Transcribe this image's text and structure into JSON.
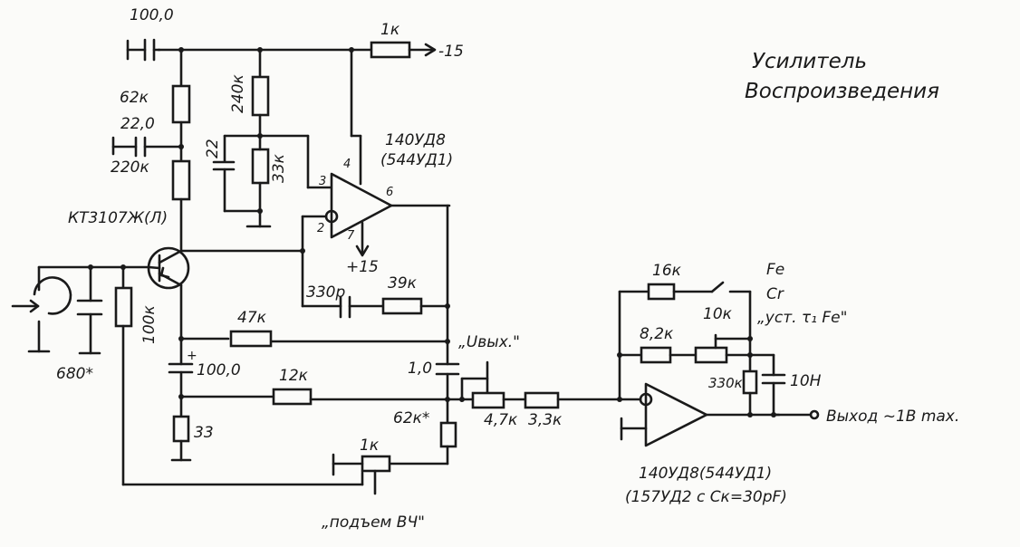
{
  "title": {
    "line1": "Усилитель",
    "line2": "Воспроизведения"
  },
  "supply": {
    "negative": "-15",
    "positive": "+15"
  },
  "transistor": {
    "label": "КТ3107Ж(Л)"
  },
  "opamp1": {
    "line1": "140УД8",
    "line2": "(544УД1)",
    "pin3": "3",
    "pin2": "2",
    "pin4": "4",
    "pin6": "6",
    "pin7": "7"
  },
  "opamp2": {
    "line1": "140УД8(544УД1)",
    "line2": "(157УД2 с Ск=30pF)"
  },
  "components": {
    "c_100_top": "100,0",
    "r_1k_top": "1к",
    "r_62k": "62к",
    "c_22": "22,0",
    "r_220k": "220к",
    "r_240k": "240к",
    "c_22b": "22",
    "r_33k": "33к",
    "r_100k": "100к",
    "c_680": "680*",
    "c_330p": "330р",
    "r_39k": "39к",
    "r_47k": "47к",
    "c_100_emitter": "100,0",
    "r_12k": "12к",
    "r_33": "33",
    "c_1": "1,0",
    "r_62k_star": "62к*",
    "pot_1k": "1к",
    "pot_4_7k": "4,7к",
    "r_3_3k": "3,3к",
    "r_16k": "16к",
    "r_8_2k": "8,2к",
    "pot_10k": "10к",
    "r_330k": "330к",
    "c_10n": "10Н"
  },
  "labels": {
    "uout": "„Uвых.\"",
    "hf_boost": "„подъем ВЧ\"",
    "fe": "Fe",
    "cr": "Cr",
    "tau_fe": "„уст. τ₁ Fe\"",
    "output": "Выход ~1В max."
  }
}
